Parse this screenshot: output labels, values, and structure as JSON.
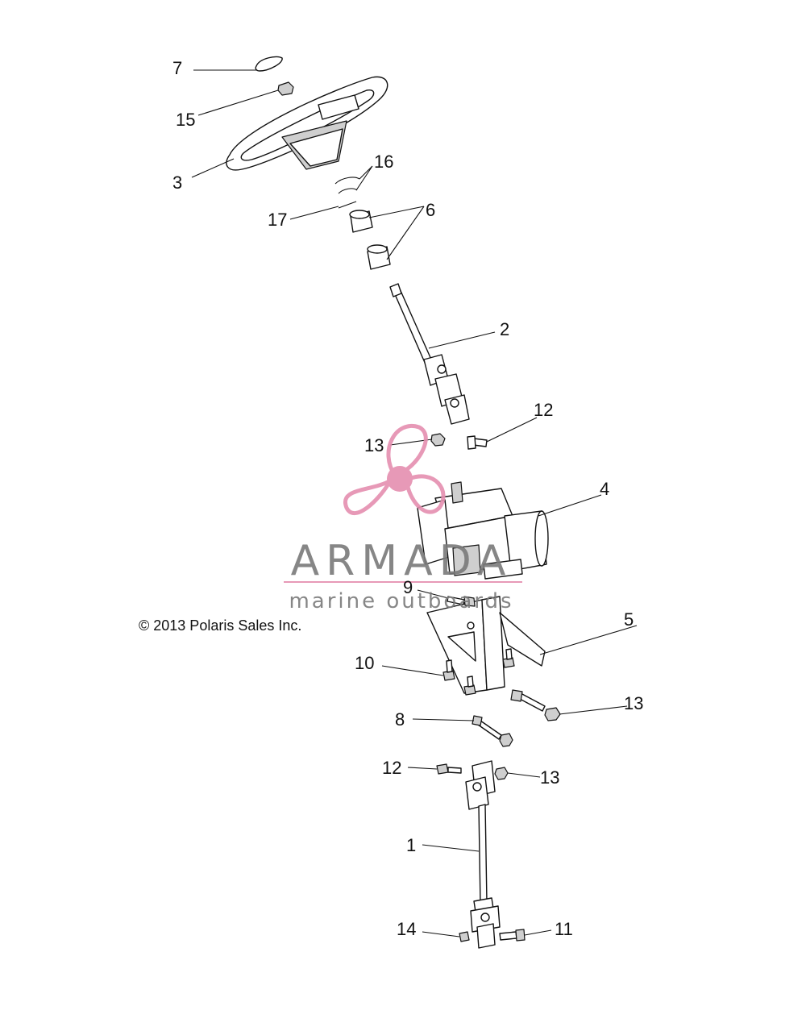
{
  "copyright": "© 2013 Polaris Sales Inc.",
  "watermark": {
    "name": "ARMADA",
    "tagline": "marine outboards",
    "text_color": "#7a7a7a",
    "accent_color": "#e58fb0"
  },
  "callouts": {
    "p1": "1",
    "p2": "2",
    "p3": "3",
    "p4": "4",
    "p5": "5",
    "p6": "6",
    "p7": "7",
    "p8": "8",
    "p9": "9",
    "p10": "10",
    "p11": "11",
    "p12a": "12",
    "p12b": "12",
    "p13a": "13",
    "p13b": "13",
    "p13c": "13",
    "p14": "14",
    "p15": "15",
    "p16": "16",
    "p17": "17"
  }
}
